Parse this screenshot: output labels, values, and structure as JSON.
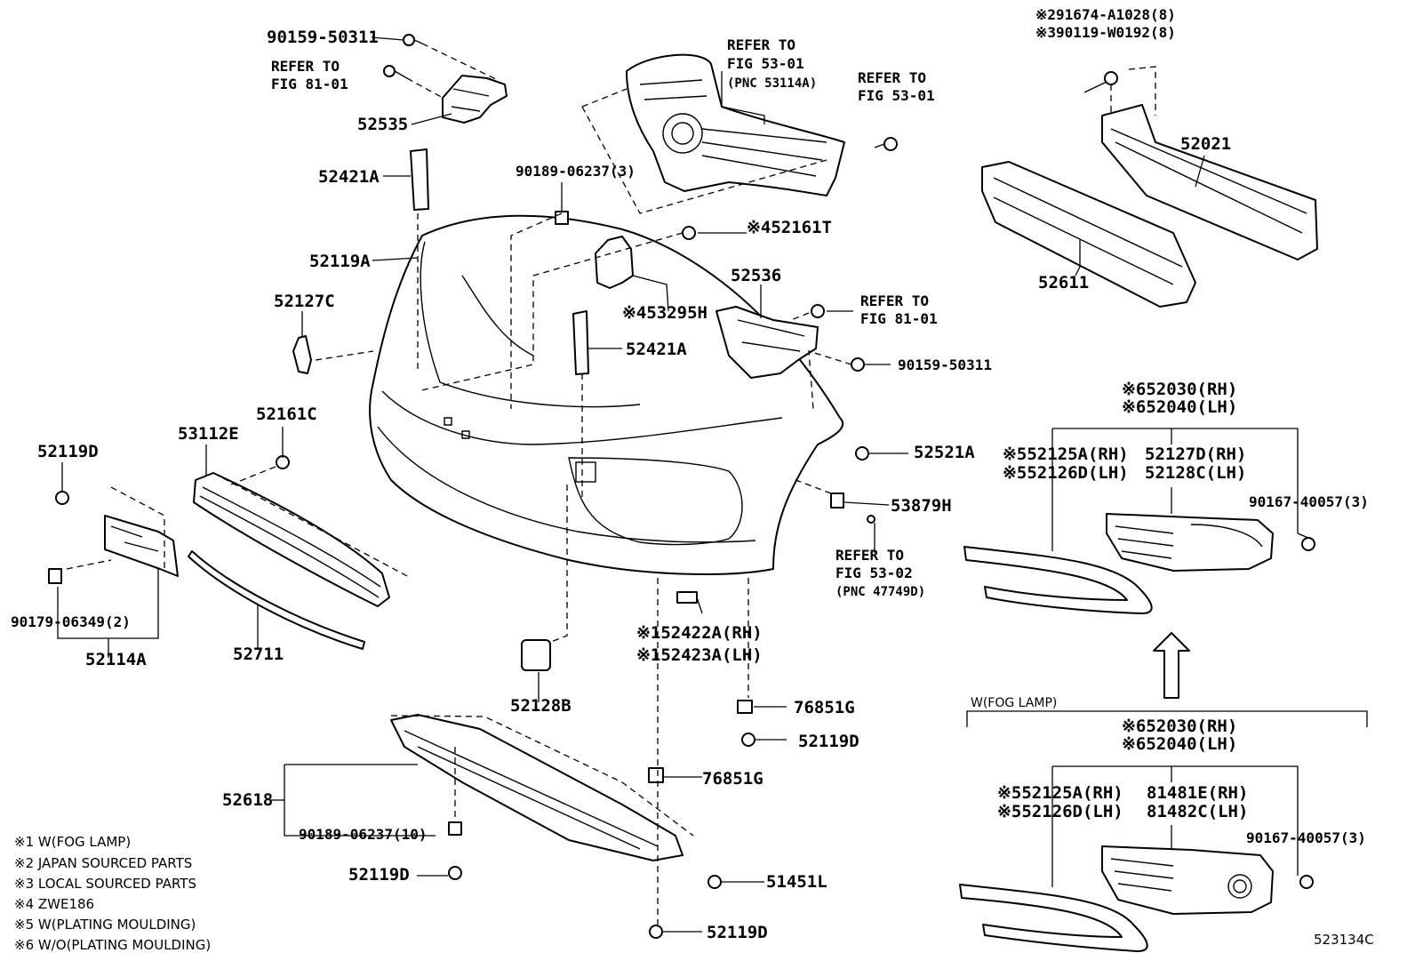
{
  "diagram_code": "523134C",
  "labels": {
    "p90159_top": "90159-50311",
    "refer81_a_1": "REFER TO",
    "refer81_a_2": "FIG 81-01",
    "p52535": "52535",
    "p52421A_a": "52421A",
    "p52119A": "52119A",
    "p52127C": "52127C",
    "refer53_a_1": "REFER TO",
    "refer53_a_2": "FIG 53-01",
    "refer53_a_3": "(PNC 53114A)",
    "refer53_b_1": "REFER TO",
    "refer53_b_2": "FIG 53-01",
    "p90189_3": "90189-06237(3)",
    "p52161T": "※452161T",
    "p53295H": "※453295H",
    "p52536": "52536",
    "refer81_b_1": "REFER TO",
    "refer81_b_2": "FIG 81-01",
    "p90159_mid": "90159-50311",
    "p52421A_b": "52421A",
    "p91674": "※291674-A1028(8)",
    "p90119": "※390119-W0192(8)",
    "p52021": "52021",
    "p52611": "52611",
    "p52161C": "52161C",
    "p52119D_left": "52119D",
    "p53112E": "53112E",
    "p90179": "90179-06349(2)",
    "p52114A": "52114A",
    "p52711": "52711",
    "p52521A": "52521A",
    "p53879H": "53879H",
    "refer53_c_1": "REFER TO",
    "refer53_c_2": "FIG 53-02",
    "refer53_c_3": "(PNC 47749D)",
    "p52422A": "※152422A(RH)",
    "p52423A": "※152423A(LH)",
    "p52128B": "52128B",
    "p76851G_a": "76851G",
    "p52119D_mid": "52119D",
    "p76851G_b": "76851G",
    "p52618": "52618",
    "p90189_10": "90189-06237(10)",
    "p52119D_low": "52119D",
    "p51451L": "51451L",
    "p52119D_bottom": "52119D",
    "r1_52030": "※652030(RH)",
    "r1_52040": "※652040(LH)",
    "r1_52125A": "※552125A(RH)",
    "r1_52126D": "※552126D(LH)",
    "r1_52127D": "52127D(RH)",
    "r1_52128C": "52128C(LH)",
    "r1_90167": "90167-40057(3)",
    "fog_title": "W(FOG LAMP)",
    "r2_52030": "※652030(RH)",
    "r2_52040": "※652040(LH)",
    "r2_52125A": "※552125A(RH)",
    "r2_52126D": "※552126D(LH)",
    "r2_81481E": "81481E(RH)",
    "r2_81482C": "81482C(LH)",
    "r2_90167": "90167-40057(3)"
  },
  "notes": [
    "※1 W(FOG LAMP)",
    "※2 JAPAN SOURCED PARTS",
    "※3 LOCAL SOURCED PARTS",
    "※4 ZWE186",
    "※5 W(PLATING MOULDING)",
    "※6 W/O(PLATING MOULDING)"
  ]
}
